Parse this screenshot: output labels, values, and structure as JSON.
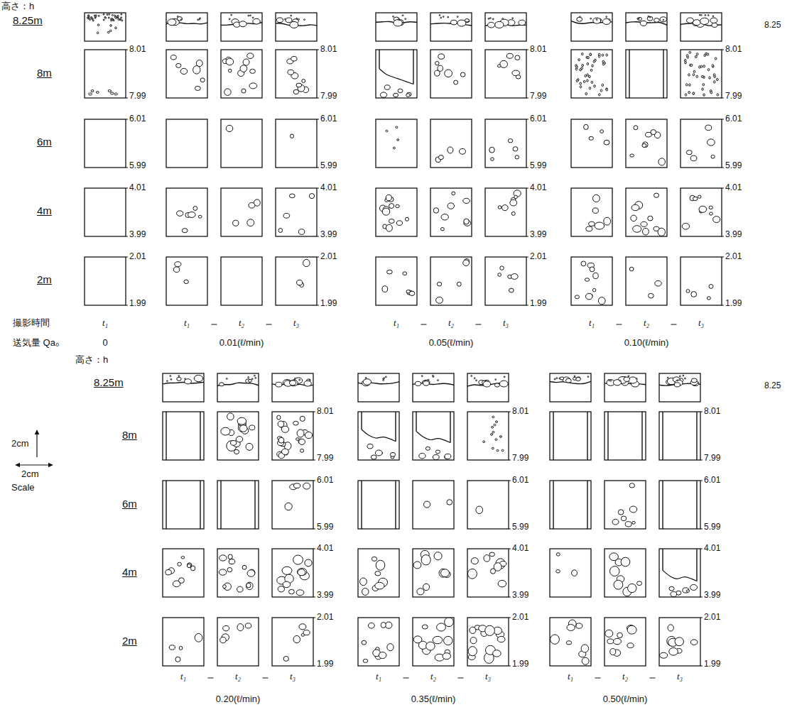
{
  "diagram": {
    "labels": [
      "高さ：h",
      "8.25m",
      "8m",
      "6m",
      "4m",
      "2m",
      "8.01",
      "7.99",
      "6.01",
      "5.99",
      "4.01",
      "3.99",
      "2.01",
      "1.99",
      "8.01",
      "7.99",
      "6.01",
      "5.99",
      "4.01",
      "3.99",
      "2.01",
      "1.99",
      "8.01",
      "7.99",
      "6.01",
      "5.99",
      "4.01",
      "3.99",
      "2.01",
      "1.99",
      "8.01",
      "7.99",
      "6.01",
      "5.99",
      "4.01",
      "3.99",
      "2.01",
      "1.99",
      "8.25",
      "撮影時間",
      "t₁",
      "t₁",
      "t₂",
      "t₃",
      "t₁",
      "t₂",
      "t₃",
      "t₁",
      "t₂",
      "t₃",
      "送気量 Qa₀",
      "0",
      "0.01(ℓ/min)",
      "0.05(ℓ/min)",
      "0.10(ℓ/min)",
      "高さ：h",
      "8.25m",
      "8m",
      "6m",
      "4m",
      "2m",
      "8.01",
      "7.99",
      "6.01",
      "5.99",
      "4.01",
      "3.99",
      "2.01",
      "1.99",
      "8.01",
      "7.99",
      "6.01",
      "5.99",
      "4.01",
      "3.99",
      "2.01",
      "1.99",
      "8.01",
      "7.99",
      "6.01",
      "5.99",
      "4.01",
      "3.99",
      "2.01",
      "1.99",
      "8.25",
      "2cm",
      "2cm",
      "Scale",
      "t₁",
      "t₂",
      "t₃",
      "t₁",
      "t₂",
      "t₃",
      "t₁",
      "t₂",
      "t₃",
      "0.20(ℓ/min)",
      "0.35(ℓ/min)",
      "0.50(ℓ/min)"
    ]
  }
}
